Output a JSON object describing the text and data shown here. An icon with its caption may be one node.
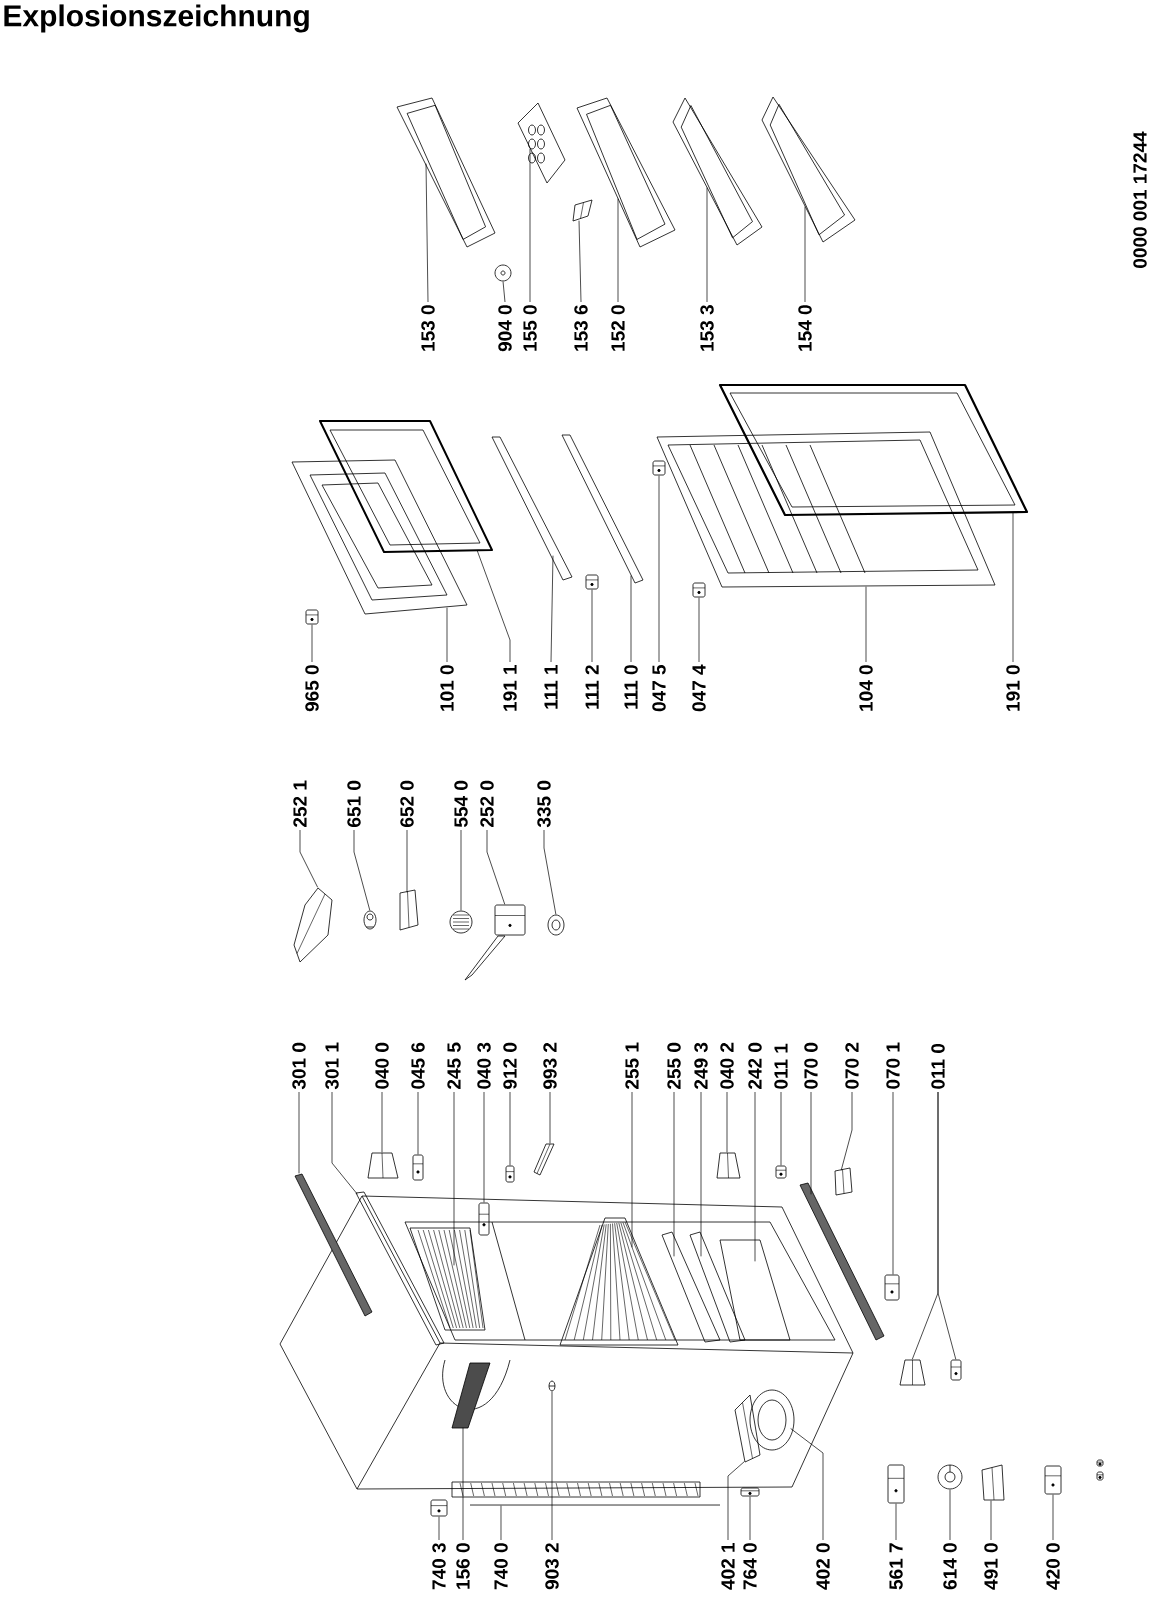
{
  "diagram": {
    "title": "Explosionszeichnung",
    "nodes": [
      {
        "text": [
          "153 0"
        ]
      },
      {
        "text": [
          "904 0"
        ]
      },
      {
        "text": [
          "155 0"
        ]
      },
      {
        "text": [
          "153 6"
        ]
      },
      {
        "text": [
          "152 0"
        ]
      },
      {
        "text": [
          "153 3"
        ]
      },
      {
        "text": [
          "154 0"
        ]
      },
      {
        "text": [
          "965 0"
        ]
      },
      {
        "text": [
          "101 0"
        ]
      },
      {
        "text": [
          "191 1"
        ]
      },
      {
        "text": [
          "111 1"
        ]
      },
      {
        "text": [
          "111 2"
        ]
      },
      {
        "text": [
          "111 0"
        ]
      },
      {
        "text": [
          "047 5"
        ]
      },
      {
        "text": [
          "047 4"
        ]
      },
      {
        "text": [
          "104 0"
        ]
      },
      {
        "text": [
          "191 0"
        ]
      },
      {
        "text": [
          "252 1"
        ]
      },
      {
        "text": [
          "651 0"
        ]
      },
      {
        "text": [
          "652 0"
        ]
      },
      {
        "text": [
          "554 0"
        ]
      },
      {
        "text": [
          "252 0"
        ]
      },
      {
        "text": [
          "335 0"
        ]
      },
      {
        "text": [
          "301 0"
        ]
      },
      {
        "text": [
          "301 1"
        ]
      },
      {
        "text": [
          "040 0"
        ]
      },
      {
        "text": [
          "045 6"
        ]
      },
      {
        "text": [
          "245 5"
        ]
      },
      {
        "text": [
          "040 3"
        ]
      },
      {
        "text": [
          "912 0"
        ]
      },
      {
        "text": [
          "993 2"
        ]
      },
      {
        "text": [
          "255 1"
        ]
      },
      {
        "text": [
          "255 0"
        ]
      },
      {
        "text": [
          "249 3"
        ]
      },
      {
        "text": [
          "040 2"
        ]
      },
      {
        "text": [
          "242 0"
        ]
      },
      {
        "text": [
          "011 1"
        ]
      },
      {
        "text": [
          "070 0"
        ]
      },
      {
        "text": [
          "070 2"
        ]
      },
      {
        "text": [
          "070 1"
        ]
      },
      {
        "text": [
          "011 0"
        ]
      },
      {
        "text": [
          "740 3"
        ]
      },
      {
        "text": [
          "156 0"
        ]
      },
      {
        "text": [
          "740 0"
        ]
      },
      {
        "text": [
          "903 2"
        ]
      },
      {
        "text": [
          "402 1"
        ]
      },
      {
        "text": [
          "764 0"
        ]
      },
      {
        "text": [
          "402 0"
        ]
      },
      {
        "text": [
          "561 7"
        ]
      },
      {
        "text": [
          "614 0"
        ]
      },
      {
        "text": [
          "491 0"
        ]
      },
      {
        "text": [
          "420 0"
        ]
      },
      {
        "text": [],
        "shape": "picture"
      },
      {
        "text": [],
        "shape": "picture"
      },
      {
        "text": [],
        "shape": "picture"
      },
      {
        "text": [],
        "shape": "picture"
      },
      {
        "text": [],
        "shape": "picture"
      },
      {
        "text": [],
        "shape": "picture"
      },
      {
        "text": [],
        "shape": "picture"
      },
      {
        "text": [],
        "shape": "picture"
      },
      {
        "text": [],
        "shape": "picture"
      },
      {
        "text": [],
        "shape": "picture"
      },
      {
        "text": [],
        "shape": "picture"
      },
      {
        "text": [],
        "shape": "picture"
      },
      {
        "text": [],
        "shape": "picture"
      },
      {
        "text": [],
        "shape": "picture"
      },
      {
        "text": [],
        "shape": "picture"
      },
      {
        "text": [],
        "shape": "picture"
      },
      {
        "text": [],
        "shape": "picture"
      },
      {
        "text": [],
        "shape": "picture"
      },
      {
        "text": [],
        "shape": "picture"
      },
      {
        "text": [],
        "shape": "picture"
      },
      {
        "text": [],
        "shape": "picture"
      },
      {
        "text": [],
        "shape": "picture"
      },
      {
        "text": [],
        "shape": "picture"
      },
      {
        "text": [],
        "shape": "picture"
      },
      {
        "text": [],
        "shape": "picture"
      },
      {
        "text": [],
        "shape": "picture"
      },
      {
        "text": [],
        "shape": "picture"
      },
      {
        "text": [],
        "shape": "picture"
      },
      {
        "text": [],
        "shape": "picture"
      },
      {
        "text": [],
        "shape": "picture"
      },
      {
        "text": [],
        "shape": "picture"
      },
      {
        "text": [],
        "shape": "picture"
      },
      {
        "text": [],
        "shape": "picture"
      },
      {
        "text": [],
        "shape": "picture"
      },
      {
        "text": [],
        "shape": "picture"
      },
      {
        "text": [],
        "shape": "picture"
      },
      {
        "text": [],
        "shape": "picture"
      },
      {
        "text": [],
        "shape": "picture"
      },
      {
        "text": [],
        "shape": "picture"
      },
      {
        "text": [],
        "shape": "picture"
      },
      {
        "text": [],
        "shape": "picture"
      },
      {
        "text": [],
        "shape": "picture"
      },
      {
        "text": [],
        "shape": "picture"
      },
      {
        "text": [],
        "shape": "picture"
      },
      {
        "text": [],
        "shape": "picture"
      },
      {
        "text": [],
        "shape": "picture"
      },
      {
        "text": [],
        "shape": "picture"
      },
      {
        "text": [],
        "shape": "picture"
      },
      {
        "text": [],
        "shape": "picture"
      },
      {
        "text": [],
        "shape": "picture"
      },
      {
        "text": [],
        "shape": "picture"
      },
      {
        "text": [],
        "shape": "picture"
      },
      {
        "text": [],
        "shape": "picture"
      }
    ],
    "edges": [
      {
        "from": 0,
        "to": 52,
        "arrow": "none"
      },
      {
        "from": 1,
        "to": 53,
        "arrow": "none"
      },
      {
        "from": 2,
        "to": 54,
        "arrow": "none"
      },
      {
        "from": 3,
        "to": 55,
        "arrow": "none"
      },
      {
        "from": 4,
        "to": 56,
        "arrow": "none"
      },
      {
        "from": 5,
        "to": 57,
        "arrow": "none"
      },
      {
        "from": 6,
        "to": 58,
        "arrow": "none"
      },
      {
        "from": 7,
        "to": 59,
        "arrow": "none"
      },
      {
        "from": 8,
        "to": 60,
        "arrow": "none"
      },
      {
        "from": 9,
        "to": 61,
        "arrow": "none"
      },
      {
        "from": 10,
        "to": 62,
        "arrow": "none"
      },
      {
        "from": 11,
        "to": 63,
        "arrow": "none"
      },
      {
        "from": 12,
        "to": 64,
        "arrow": "none"
      },
      {
        "from": 13,
        "to": 65,
        "arrow": "none"
      },
      {
        "from": 14,
        "to": 66,
        "arrow": "none"
      },
      {
        "from": 15,
        "to": 67,
        "arrow": "none"
      },
      {
        "from": 16,
        "to": 68,
        "arrow": "none"
      },
      {
        "from": 17,
        "to": 69,
        "arrow": "none"
      },
      {
        "from": 18,
        "to": 70,
        "arrow": "none"
      },
      {
        "from": 19,
        "to": 71,
        "arrow": "none"
      },
      {
        "from": 20,
        "to": 72,
        "arrow": "none"
      },
      {
        "from": 21,
        "to": 73,
        "arrow": "none"
      },
      {
        "from": 22,
        "to": 74,
        "arrow": "none"
      },
      {
        "from": 23,
        "to": 75,
        "arrow": "none"
      },
      {
        "from": 24,
        "to": 76,
        "arrow": "none"
      },
      {
        "from": 25,
        "to": 77,
        "arrow": "none"
      },
      {
        "from": 26,
        "to": 78,
        "arrow": "none"
      },
      {
        "from": 27,
        "to": 79,
        "arrow": "none"
      },
      {
        "from": 28,
        "to": 80,
        "arrow": "none"
      },
      {
        "from": 29,
        "to": 81,
        "arrow": "none"
      },
      {
        "from": 30,
        "to": 82,
        "arrow": "none"
      },
      {
        "from": 31,
        "to": 83,
        "arrow": "none"
      },
      {
        "from": 32,
        "to": 84,
        "arrow": "none"
      },
      {
        "from": 33,
        "to": 85,
        "arrow": "none"
      },
      {
        "from": 34,
        "to": 86,
        "arrow": "none"
      },
      {
        "from": 35,
        "to": 87,
        "arrow": "none"
      },
      {
        "from": 36,
        "to": 88,
        "arrow": "none"
      },
      {
        "from": 37,
        "to": 89,
        "arrow": "none"
      },
      {
        "from": 38,
        "to": 90,
        "arrow": "none"
      },
      {
        "from": 39,
        "to": 91,
        "arrow": "none"
      },
      {
        "from": 40,
        "to": 92,
        "arrow": "none"
      },
      {
        "from": 40,
        "to": 93,
        "arrow": "none"
      },
      {
        "from": 41,
        "to": 94,
        "arrow": "none"
      },
      {
        "from": 42,
        "to": 95,
        "arrow": "none"
      },
      {
        "from": 43,
        "to": 96,
        "arrow": "none"
      },
      {
        "from": 44,
        "to": 97,
        "arrow": "none"
      },
      {
        "from": 45,
        "to": 98,
        "arrow": "none"
      },
      {
        "from": 46,
        "to": 99,
        "arrow": "none"
      },
      {
        "from": 47,
        "to": 100,
        "arrow": "none"
      },
      {
        "from": 48,
        "to": 101,
        "arrow": "none"
      },
      {
        "from": 49,
        "to": 102,
        "arrow": "none"
      },
      {
        "from": 50,
        "to": 103,
        "arrow": "none"
      },
      {
        "from": 51,
        "to": 104,
        "arrow": "none"
      }
    ],
    "labels": [
      "0000 001 17244"
    ]
  }
}
